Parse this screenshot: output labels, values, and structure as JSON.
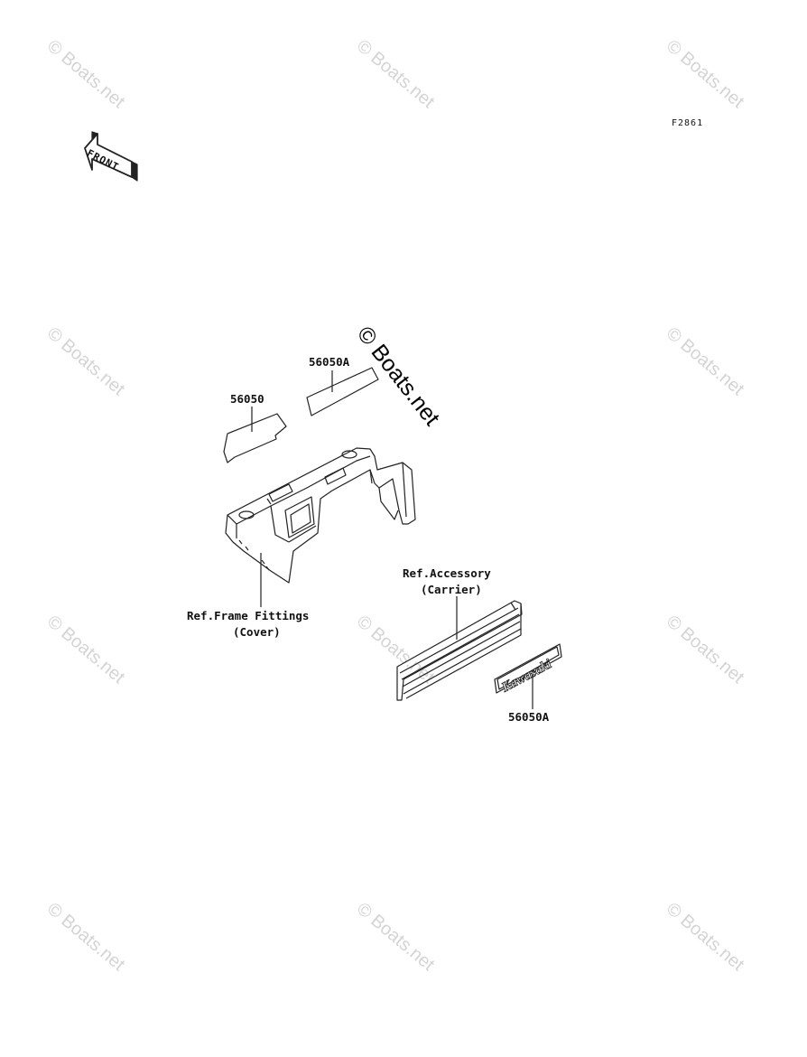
{
  "figure_code": "F2861",
  "front_marker": "FRONT",
  "watermark": "© Boats.net",
  "center_watermark": "© Boats.net",
  "labels": {
    "part_56050": "56050",
    "part_56050a_top": "56050A",
    "part_56050a_bottom": "56050A",
    "ref_frame_line1": "Ref.Frame Fittings",
    "ref_frame_line2": "(Cover)",
    "ref_accessory_line1": "Ref.Accessory",
    "ref_accessory_line2": "(Carrier)"
  },
  "emblem_text": "Kawasaki"
}
